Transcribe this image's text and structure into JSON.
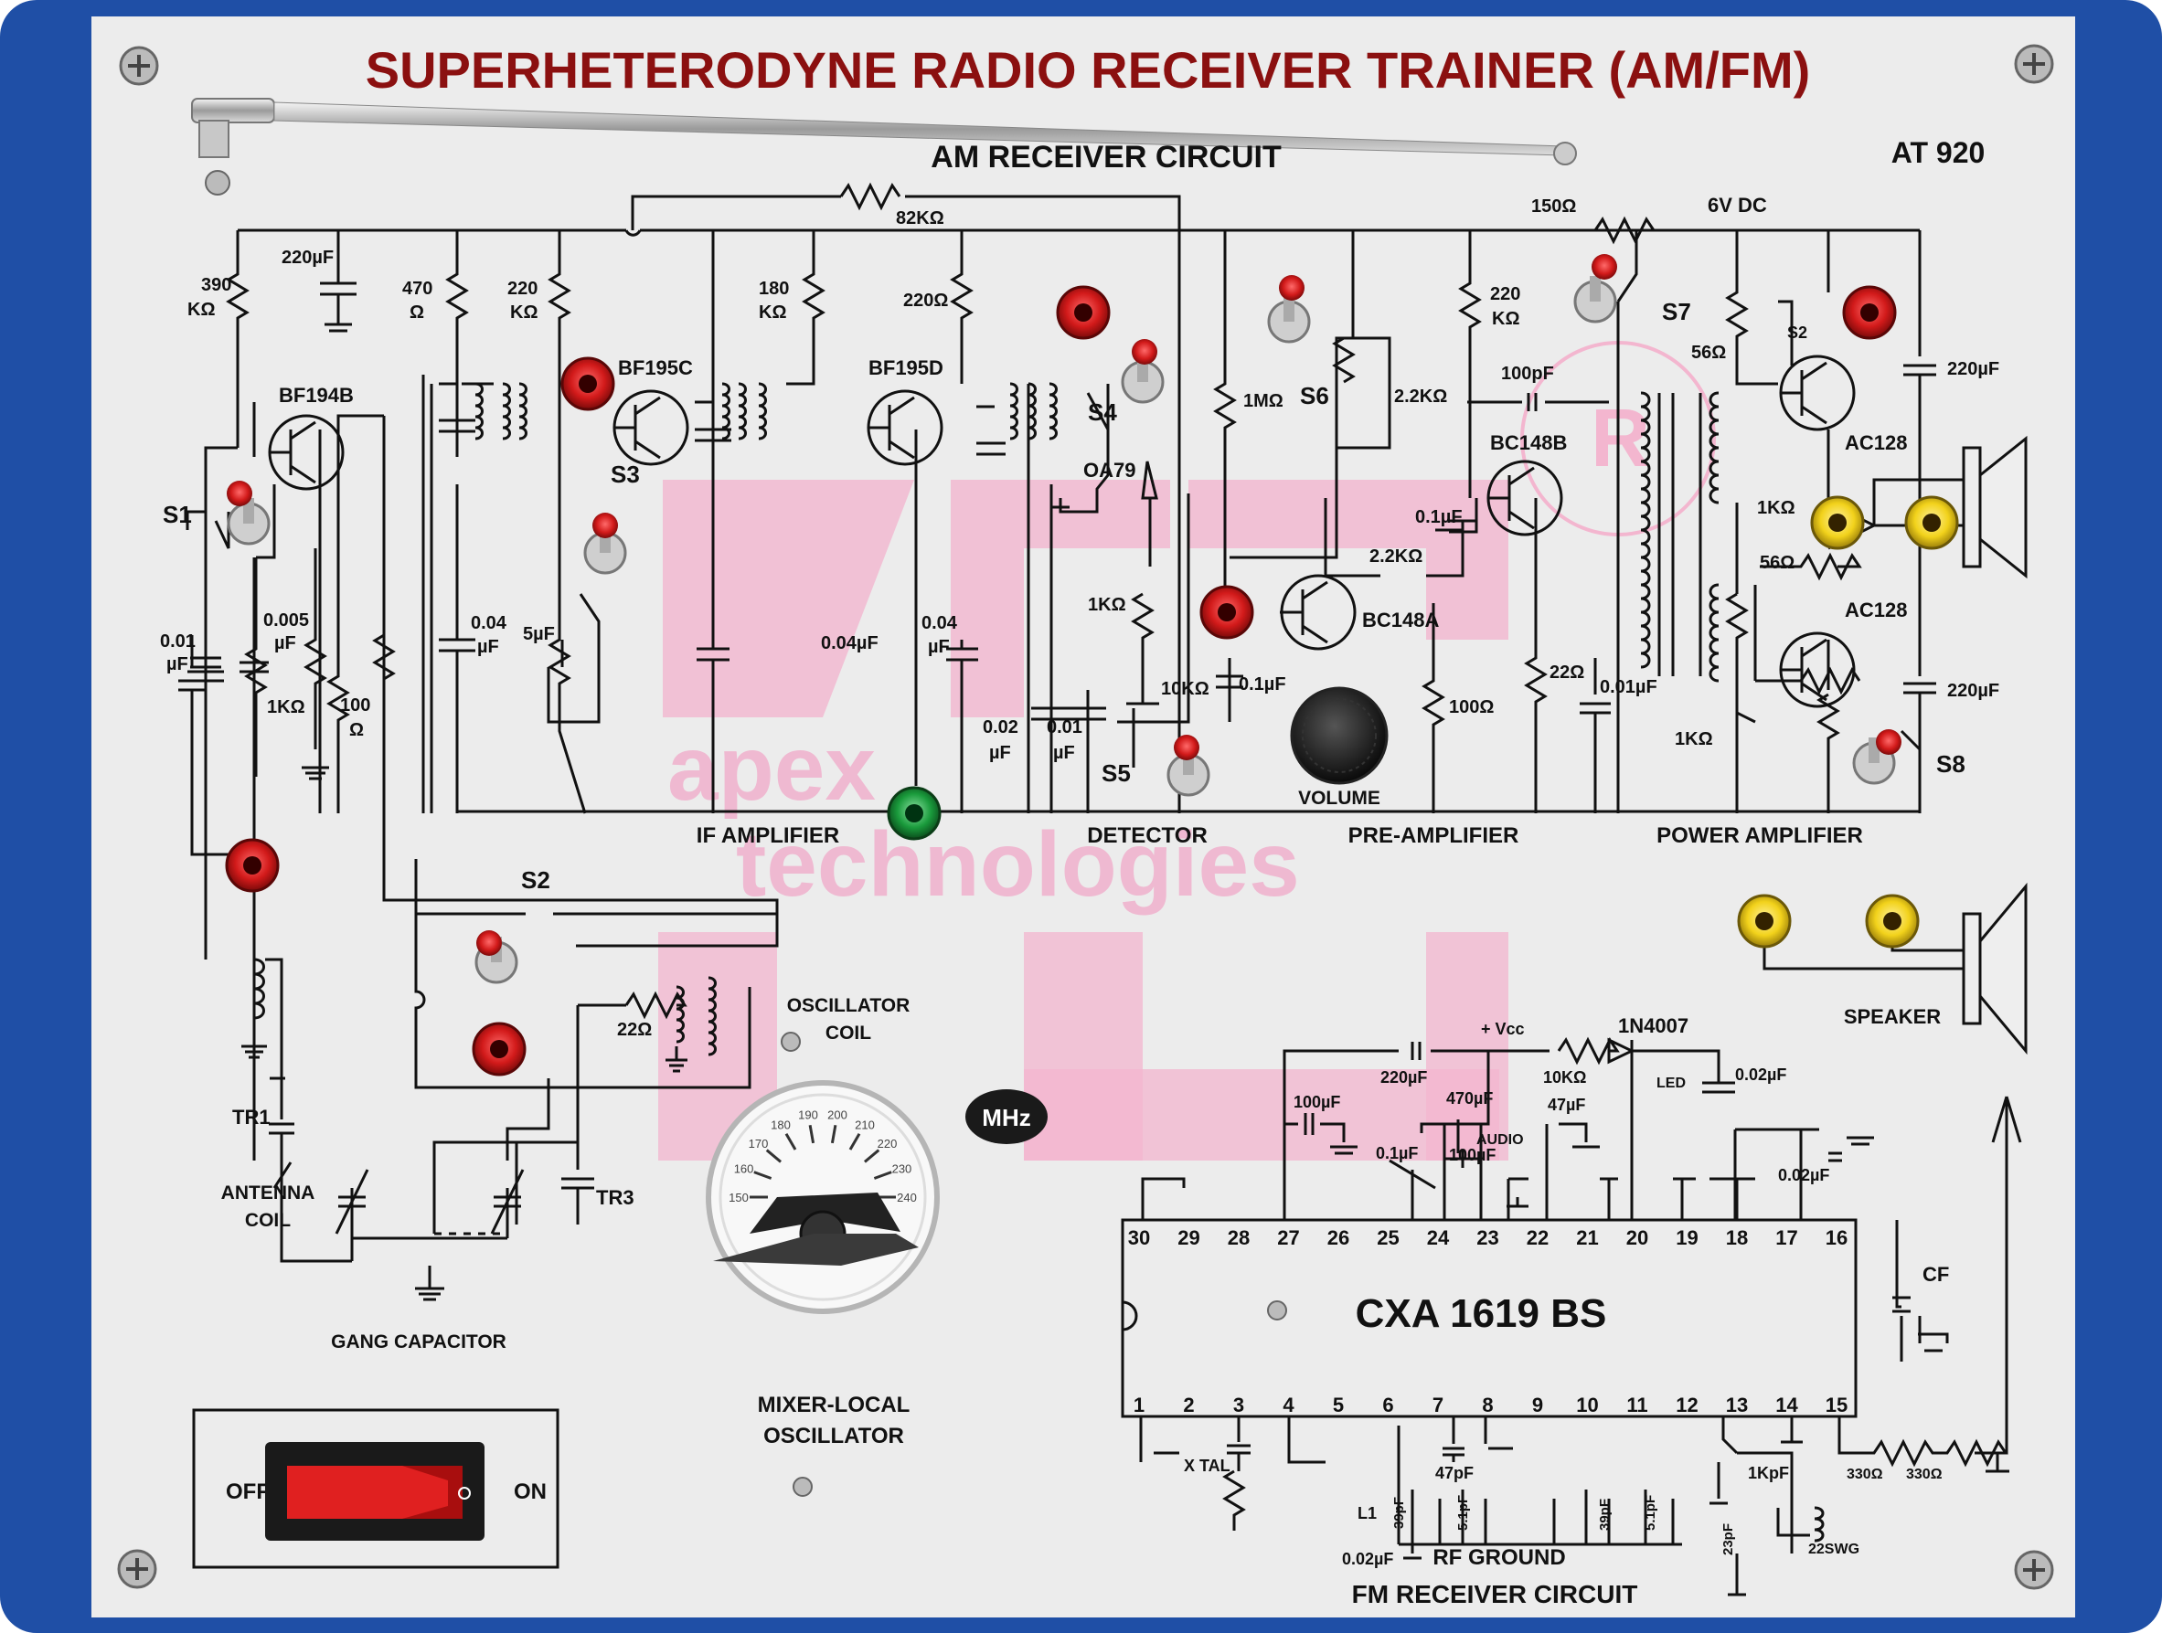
{
  "title": "SUPERHETERODYNE RADIO RECEIVER TRAINER (AM/FM)",
  "model": "AT 920",
  "am_section_title": "AM RECEIVER CIRCUIT",
  "fm_section_title": "FM RECEIVER CIRCUIT",
  "watermark": {
    "line1": "apex",
    "line2": "technologies"
  },
  "stage_labels": {
    "if_amplifier": "IF AMPLIFIER",
    "detector": "DETECTOR",
    "pre_amplifier": "PRE-AMPLIFIER",
    "power_amplifier": "POWER AMPLIFIER",
    "antenna_coil": [
      "ANTENNA",
      "COIL"
    ],
    "gang_capacitor": "GANG CAPACITOR",
    "oscillator_coil": [
      "OSCILLATOR",
      "COIL"
    ],
    "mixer": [
      "MIXER-LOCAL",
      "OSCILLATOR"
    ],
    "speaker": "SPEAKER",
    "volume": "VOLUME",
    "rf_ground": "RF GROUND",
    "freq_unit": "MHz"
  },
  "power_switch": {
    "off": "OFF",
    "on": "ON"
  },
  "supply": "6V DC",
  "transistors": {
    "q1": "BF194B",
    "q2": "BF195C",
    "q3": "BF195D",
    "q4": "BC148A",
    "q5": "BC148B",
    "q6": "AC128",
    "q7": "AC128",
    "q6_pin": "S2"
  },
  "diodes": {
    "detector": "OA79",
    "fm_supply": "1N4007"
  },
  "switches": {
    "s1": "S1",
    "s2": "S2",
    "s3": "S3",
    "s4": "S4",
    "s5": "S5",
    "s6": "S6",
    "s7": "S7",
    "s8": "S8"
  },
  "trimmers": {
    "tr1": "TR1",
    "tr3": "TR3"
  },
  "components": {
    "r390": [
      "390",
      "KΩ"
    ],
    "c220u_a": "220µF",
    "r470": [
      "470",
      "Ω"
    ],
    "r220k_a": [
      "220",
      "KΩ"
    ],
    "r82k": "82KΩ",
    "r180k": [
      "180",
      "KΩ"
    ],
    "r220": "220Ω",
    "r150": "150Ω",
    "r1m": "1MΩ",
    "r2k2_a": "2.2KΩ",
    "r220k_b": [
      "220",
      "KΩ"
    ],
    "c100p": "100pF",
    "r56_a": "56Ω",
    "c220u_b": "220µF",
    "r1k_a": "1KΩ",
    "c01u_a": "0.1µF",
    "r2k2_b": "2.2KΩ",
    "r56_b": "56Ω",
    "c001_a": [
      "0.01",
      "µF"
    ],
    "c0005": [
      "0.005",
      "µF"
    ],
    "r1k_b": "1KΩ",
    "r100": [
      "100",
      "Ω"
    ],
    "c004_a": [
      "0.04",
      "µF"
    ],
    "c5u": "5µF",
    "c004_b": "0.04µF",
    "c004_c": [
      "0.04",
      "µF"
    ],
    "r1k_c": "1KΩ",
    "r10k": "10KΩ",
    "c01u_b": "0.1µF",
    "c002": [
      "0.02",
      "µF"
    ],
    "c001_b": [
      "0.01",
      "µF"
    ],
    "r100_b": "100Ω",
    "r22_a": "22Ω",
    "c001_c": "0.01µF",
    "c220u_c": "220µF",
    "r1k_d": "1KΩ",
    "r22_b": "22Ω"
  },
  "fm_components": {
    "vcc": "+ Vcc",
    "c220u": "220µF",
    "r10k": "10KΩ",
    "led": "LED",
    "c002u": "0.02µF",
    "c100u": "100µF",
    "c470u": "470µF",
    "audio": "AUDIO",
    "c47u": "47µF",
    "c01u": "0.1µF",
    "c100u_b": "100µF",
    "c002u_b": "0.02µF",
    "cf": "CF",
    "xtal": "X TAL",
    "c47p": "47pF",
    "l1": "L1",
    "c39p_a": "39pF",
    "c51p_a": "5.1pF",
    "c39p_b": "39pF",
    "c51p_b": "5.1pF",
    "c002u_c": "0.02µF",
    "c1kp": "1KpF",
    "r330_a": "330Ω",
    "r330_b": "330Ω",
    "c23p": "23pF",
    "wire": "22SWG"
  },
  "ic": {
    "name": "CXA 1619 BS",
    "top_pins": [
      "30",
      "29",
      "28",
      "27",
      "26",
      "25",
      "24",
      "23",
      "22",
      "21",
      "20",
      "19",
      "18",
      "17",
      "16"
    ],
    "bottom_pins": [
      "1",
      "2",
      "3",
      "4",
      "5",
      "6",
      "7",
      "8",
      "9",
      "10",
      "11",
      "12",
      "13",
      "14",
      "15"
    ]
  },
  "dial_scale": [
    "150",
    "160",
    "170",
    "180",
    "190",
    "200",
    "210",
    "220",
    "230",
    "240"
  ],
  "colors": {
    "panel": "#ececec",
    "border": "#1f4fa6",
    "title": "#8b1010",
    "socket_red": "#d21a1a",
    "socket_yellow": "#f2d21b",
    "socket_green": "#1a9b3c",
    "watermark": "#f1a9c8"
  }
}
